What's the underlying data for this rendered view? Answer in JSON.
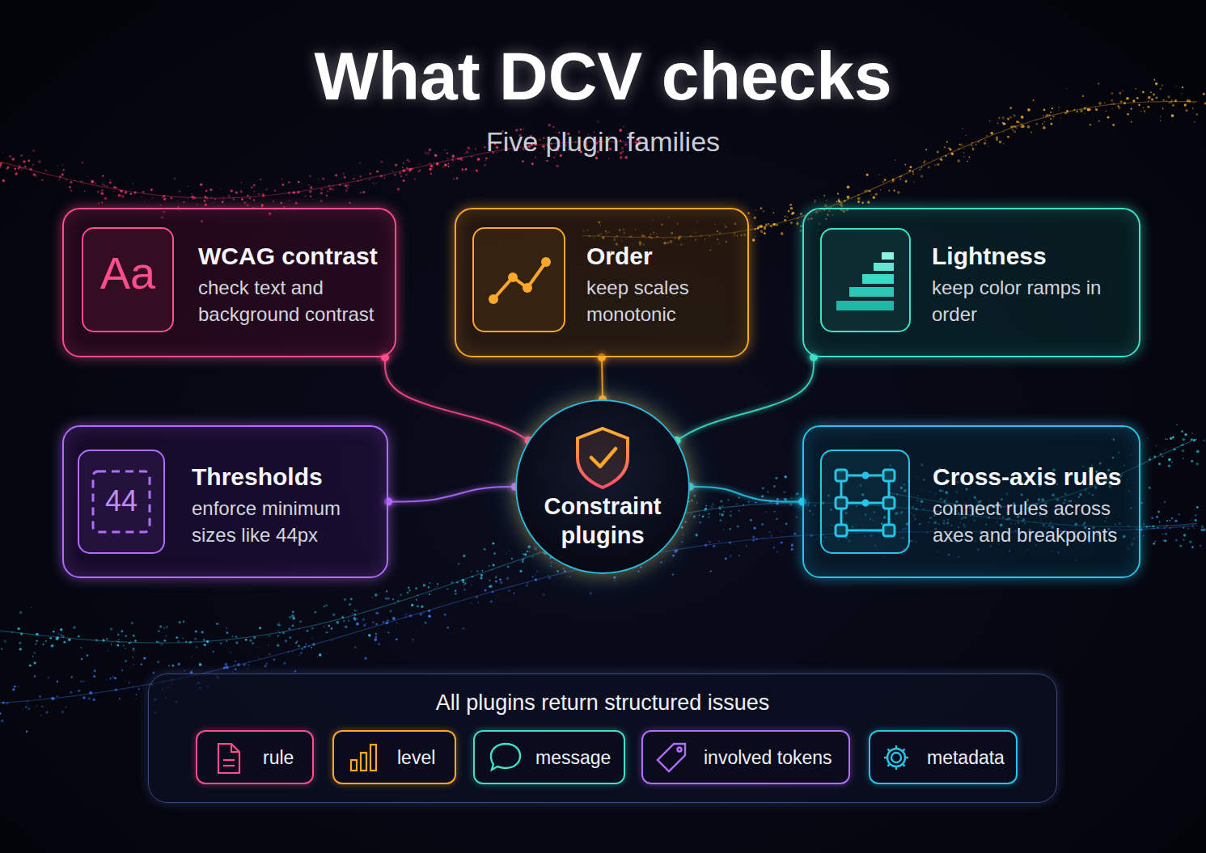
{
  "diagram": {
    "title": "What DCV checks",
    "nodes": [
      {
        "text": [
          "WCAG contrast",
          "check text and background contrast"
        ]
      },
      {
        "text": [
          "Order",
          "keep scales monotonic"
        ]
      },
      {
        "text": [
          "Lightness",
          "keep color ramps in order"
        ]
      },
      {
        "text": [
          "Thresholds",
          "enforce minimum sizes like 44px"
        ]
      },
      {
        "text": [
          "Constraint plugins"
        ]
      },
      {
        "text": [
          "Cross-axis rules",
          "connect rules across axes and breakpoints"
        ]
      },
      {
        "text": [
          "All plugins return structured issues"
        ]
      },
      {
        "text": [
          "rule"
        ],
        "in": 6
      },
      {
        "text": [
          "level"
        ],
        "in": 6
      },
      {
        "text": [
          "message"
        ],
        "in": 6
      },
      {
        "text": [
          "involved tokens"
        ],
        "in": 6
      },
      {
        "text": [
          "metadata"
        ],
        "in": 6
      }
    ],
    "edges": [
      {
        "from": 4,
        "to": 0,
        "arrow": "none"
      },
      {
        "from": 4,
        "to": 1,
        "arrow": "none"
      },
      {
        "from": 4,
        "to": 2,
        "arrow": "none"
      },
      {
        "from": 4,
        "to": 3,
        "arrow": "none"
      },
      {
        "from": 4,
        "to": 5,
        "arrow": "none"
      }
    ],
    "labels": [
      "Five plugin families",
      "Aa",
      "44"
    ]
  }
}
